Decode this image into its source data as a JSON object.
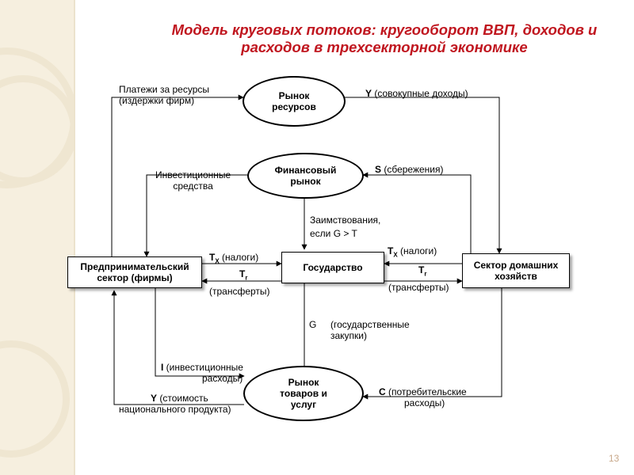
{
  "title": "Модель круговых потоков: кругооборот ВВП, доходов и расходов в трехсекторной экономике",
  "nodes": {
    "resource_market": "Рынок\nресурсов",
    "financial_market": "Финансовый\nрынок",
    "government": "Государство",
    "firms": "Предпринимательский\nсектор (фирмы)",
    "households": "Сектор домашних\nхозяйств",
    "goods_market": "Рынок\nтоваров и\nуслуг"
  },
  "flows": {
    "resource_payments": "Платежи за ресурсы\n(издержки фирм)",
    "income_symbol": "Y",
    "income_text": " (совокупные доходы)",
    "investment_funds": "Инвестиционные\nсредства",
    "savings_symbol": "S",
    "savings_text": " (сбережения)",
    "borrowing": "Заимствования,\nесли G > T",
    "tax_left_symbol": "T",
    "tax_left_sub": "X",
    "tax_left_text": " (налоги)",
    "tax_right_symbol": "T",
    "tax_right_sub": "X",
    "tax_right_text": " (налоги)",
    "transfer_left_symbol": "T",
    "transfer_left_sub": "r",
    "transfer_left_text": "(трансферты)",
    "transfer_right_symbol": "T",
    "transfer_right_sub": "r",
    "transfer_right_text": "(трансферты)",
    "gov_purchases_symbol": "G",
    "gov_purchases_text": "(государственные\nзакупки)",
    "investment_spend_symbol": "I",
    "investment_spend_line1": " (инвестиционные",
    "investment_spend_line2": "расходы)",
    "gdp_symbol": "Y",
    "gdp_line1": " (стоимость",
    "gdp_line2": "национального продукта)",
    "consumption_symbol": "C",
    "consumption_line1": " (потребительские",
    "consumption_line2": "расходы)"
  },
  "page_number": "13",
  "colors": {
    "title": "#c0161f",
    "side_panel": "#f6efdf",
    "page_number": "#c9a98c"
  }
}
